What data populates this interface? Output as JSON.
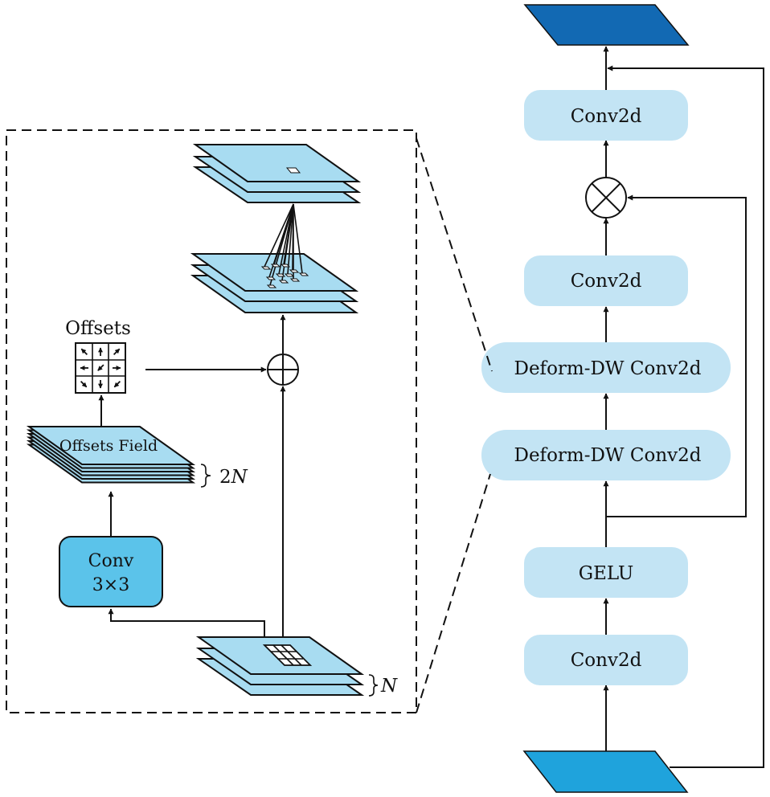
{
  "diagram": {
    "colors": {
      "block_fill": "#c3e4f4",
      "plane_fill": "#a8dcf1",
      "conv3x3_fill": "#5bc3ea",
      "input_fill": "#1fa3dc",
      "output_fill": "#1269b3",
      "line": "#111111"
    },
    "right_pipeline": {
      "blocks": [
        {
          "id": "conv2d-top",
          "label": "Conv2d"
        },
        {
          "id": "conv2d-mid",
          "label": "Conv2d"
        },
        {
          "id": "deform-dw-1",
          "label": "Deform-DW Conv2d"
        },
        {
          "id": "deform-dw-2",
          "label": "Deform-DW Conv2d"
        },
        {
          "id": "gelu",
          "label": "GELU"
        },
        {
          "id": "conv2d-bottom",
          "label": "Conv2d"
        }
      ],
      "multiply_op": "multiply-icon",
      "input_shape": "input-feature-parallelogram",
      "output_shape": "output-feature-parallelogram"
    },
    "detail_panel": {
      "offsets_label": "Offsets",
      "offsets_field_label": "Offsets Field",
      "offsets_field_count_prefix": "2",
      "offsets_field_count_var": "N",
      "input_count_var": "N",
      "conv_label_line1": "Conv",
      "conv_label_line2": "3×3",
      "add_op": "add-icon",
      "offset_arrows": [
        "up-left",
        "up",
        "up-right",
        "left",
        "down-left",
        "right",
        "down-right",
        "down",
        "down-left"
      ]
    }
  }
}
